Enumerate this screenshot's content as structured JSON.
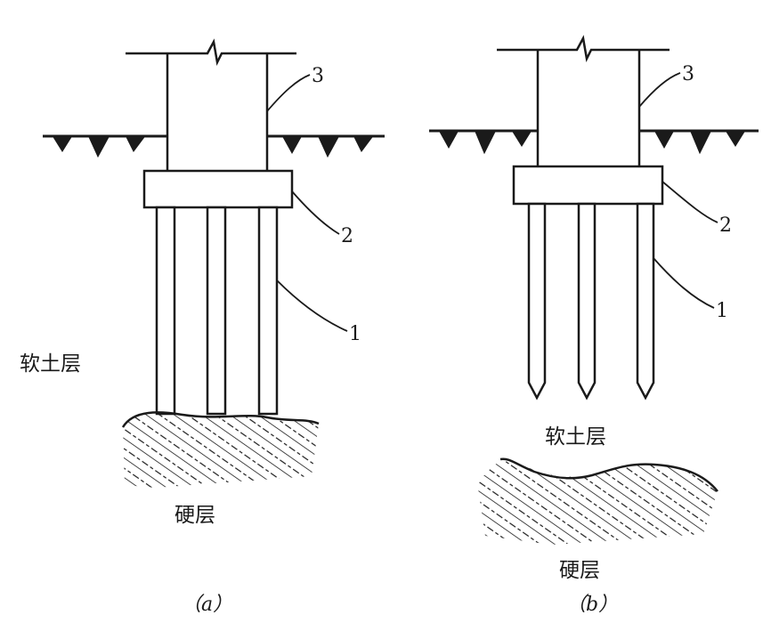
{
  "diagram_a": {
    "label_pile": "1",
    "label_cap": "2",
    "label_column": "3",
    "soft_soil": "软土层",
    "hard_layer": "硬层",
    "caption": "（a）"
  },
  "diagram_b": {
    "label_pile": "1",
    "label_cap": "2",
    "label_column": "3",
    "soft_soil": "软土层",
    "hard_layer": "硬层",
    "caption": "（b）"
  },
  "colors": {
    "ink": "#1a1a1a",
    "background": "#ffffff"
  }
}
